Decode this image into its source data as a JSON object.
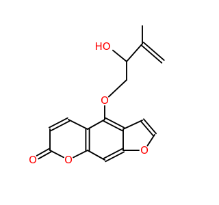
{
  "molecule": {
    "atoms": [
      {
        "id": "c_methyl",
        "symbol": "C"
      },
      {
        "id": "c_alkene",
        "symbol": "C"
      },
      {
        "id": "c_methylene",
        "symbol": "C"
      },
      {
        "id": "c_carbinol",
        "symbol": "C"
      },
      {
        "id": "o_hydroxyl",
        "symbol": "O",
        "label": "HO",
        "color": "#ff0000"
      },
      {
        "id": "c_ch2",
        "symbol": "C"
      },
      {
        "id": "o_ether",
        "symbol": "O",
        "label": "O",
        "color": "#ff0000"
      },
      {
        "id": "c4",
        "symbol": "C"
      },
      {
        "id": "c4a",
        "symbol": "C"
      },
      {
        "id": "c4b",
        "symbol": "C"
      },
      {
        "id": "c_fur3",
        "symbol": "C"
      },
      {
        "id": "c_fur2",
        "symbol": "C"
      },
      {
        "id": "o_furan",
        "symbol": "O",
        "label": "O",
        "color": "#ff0000"
      },
      {
        "id": "c_fur7a",
        "symbol": "C"
      },
      {
        "id": "c8",
        "symbol": "C"
      },
      {
        "id": "c8a",
        "symbol": "C"
      },
      {
        "id": "o_pyran",
        "symbol": "O",
        "label": "O",
        "color": "#ff0000"
      },
      {
        "id": "c_lactone",
        "symbol": "C"
      },
      {
        "id": "o_carbonyl",
        "symbol": "O",
        "label": "O",
        "color": "#ff0000"
      },
      {
        "id": "c3",
        "symbol": "C"
      },
      {
        "id": "c4_pyr",
        "symbol": "C"
      },
      {
        "id": "c_ring_fusion",
        "symbol": "C"
      }
    ],
    "bonds": [
      {
        "a": "c_methyl",
        "b": "c_alkene",
        "order": 1
      },
      {
        "a": "c_alkene",
        "b": "c_methylene",
        "order": 2
      },
      {
        "a": "c_alkene",
        "b": "c_carbinol",
        "order": 1
      },
      {
        "a": "c_carbinol",
        "b": "o_hydroxyl",
        "order": 1
      },
      {
        "a": "c_carbinol",
        "b": "c_ch2",
        "order": 1
      },
      {
        "a": "c_ch2",
        "b": "o_ether",
        "order": 1
      },
      {
        "a": "o_ether",
        "b": "c4",
        "order": 1
      },
      {
        "a": "c4",
        "b": "c4b",
        "order": 2
      },
      {
        "a": "c4",
        "b": "c_ring_fusion",
        "order": 1
      },
      {
        "a": "c4b",
        "b": "c_fur3",
        "order": 1
      },
      {
        "a": "c_fur3",
        "b": "c_fur2",
        "order": 2
      },
      {
        "a": "c_fur2",
        "b": "o_furan",
        "order": 1
      },
      {
        "a": "o_furan",
        "b": "c_fur7a",
        "order": 1
      },
      {
        "a": "c_fur7a",
        "b": "c4b",
        "order": 1
      },
      {
        "a": "c_fur7a",
        "b": "c8",
        "order": 2
      },
      {
        "a": "c8",
        "b": "c8a",
        "order": 1
      },
      {
        "a": "c8a",
        "b": "c_ring_fusion",
        "order": 2
      },
      {
        "a": "c8a",
        "b": "o_pyran",
        "order": 1
      },
      {
        "a": "o_pyran",
        "b": "c_lactone",
        "order": 1
      },
      {
        "a": "c_lactone",
        "b": "o_carbonyl",
        "order": 2
      },
      {
        "a": "c_lactone",
        "b": "c3",
        "order": 1
      },
      {
        "a": "c3",
        "b": "c4_pyr",
        "order": 2
      },
      {
        "a": "c4_pyr",
        "b": "c_ring_fusion",
        "order": 1
      }
    ]
  }
}
